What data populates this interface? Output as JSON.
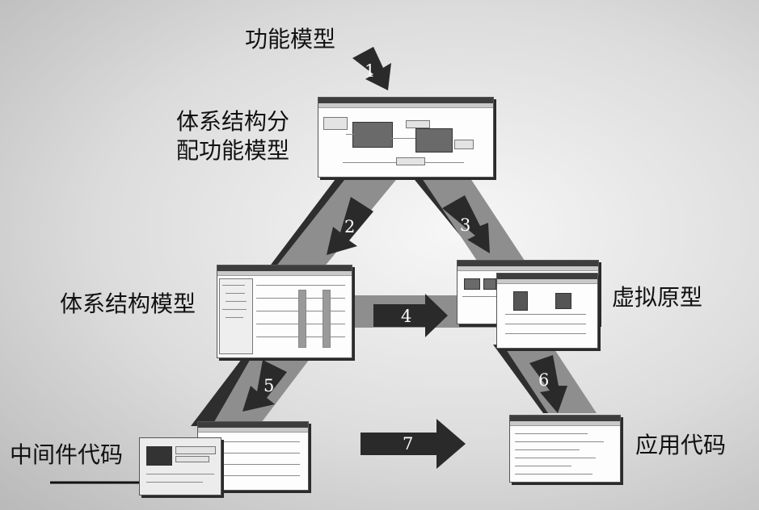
{
  "labels": {
    "functional_model": "功能模型",
    "allocated_model_line1": "体系结构分",
    "allocated_model_line2": "配功能模型",
    "architecture_model": "体系结构模型",
    "virtual_prototype": "虚拟原型",
    "middleware_code": "中间件代码",
    "application_code": "应用代码"
  },
  "steps": {
    "s1": "1",
    "s2": "2",
    "s3": "3",
    "s4": "4",
    "s5": "5",
    "s6": "6",
    "s7": "7"
  },
  "colors": {
    "band": "#8e8e8e",
    "band_shadow": "#2e2e2e",
    "arrow": "#2a2a2a",
    "step_text": "#ffffff"
  }
}
